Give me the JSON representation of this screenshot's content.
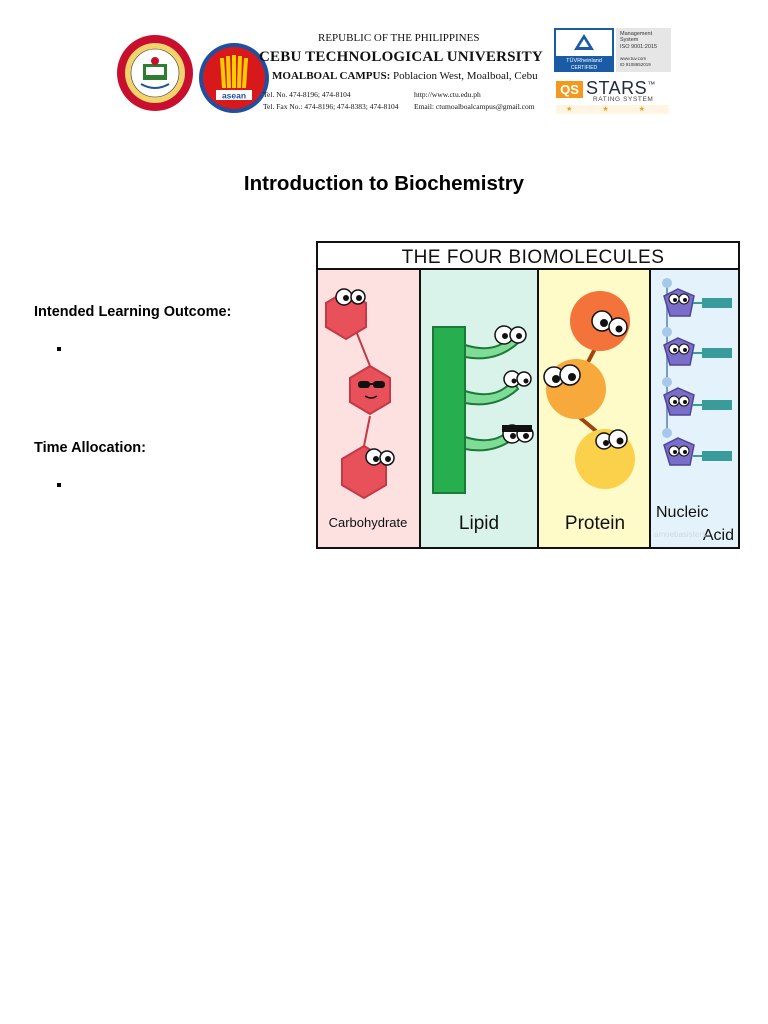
{
  "header": {
    "republic": "REPUBLIC OF THE PHILIPPINES",
    "university": "CEBU TECHNOLOGICAL UNIVERSITY",
    "campus_label": "MOALBOAL CAMPUS:",
    "campus_address": "Poblacion West, Moalboal, Cebu",
    "tel": "Tel. No. 474-8196; 474-8104",
    "telfax": "Tel. Fax No.: 474-8196; 474-8383; 474-8104",
    "website": "http://www.ctu.edu.ph",
    "email": "Email: ctumoalboalcampus@gmail.com",
    "tuv_text": "TÜVRheinland",
    "tuv_certified": "CERTIFIED",
    "mgmt_system": "Management System",
    "iso": "ISO 9001:2015",
    "tuv_site": "www.tuv.com",
    "tuv_id": "ID 9108652019",
    "qs_mark": "QS",
    "stars_label": "STARS",
    "stars_tm": "™",
    "stars_sub": "RATING SYSTEM",
    "stars_row": "★ ★ ★",
    "asean_text": "asean",
    "colors": {
      "seal_red": "#c8102e",
      "asean_red": "#d7191c",
      "asean_yellow": "#ffcc00"
    }
  },
  "document": {
    "title": "Introduction to Biochemistry",
    "intended_learning_outcome_label": "Intended Learning Outcome:",
    "time_allocation_label": "Time Allocation:"
  },
  "infographic": {
    "title": "THE FOUR BIOMOLECULES",
    "panels": [
      {
        "label": "Carbohydrate",
        "bg": "#fde0e0",
        "shape_color": "#e8505a"
      },
      {
        "label": "Lipid",
        "bg": "#daf3ea",
        "shape_color": "#27ae4f"
      },
      {
        "label": "Protein",
        "bg": "#fefbc8",
        "shape_color": "#f7a93c"
      },
      {
        "label_line1": "Nucleic",
        "label_line2": "Acid",
        "bg": "#e4f3fb",
        "shape_color": "#7b6ec9"
      }
    ],
    "watermark": "amoebasisters"
  }
}
